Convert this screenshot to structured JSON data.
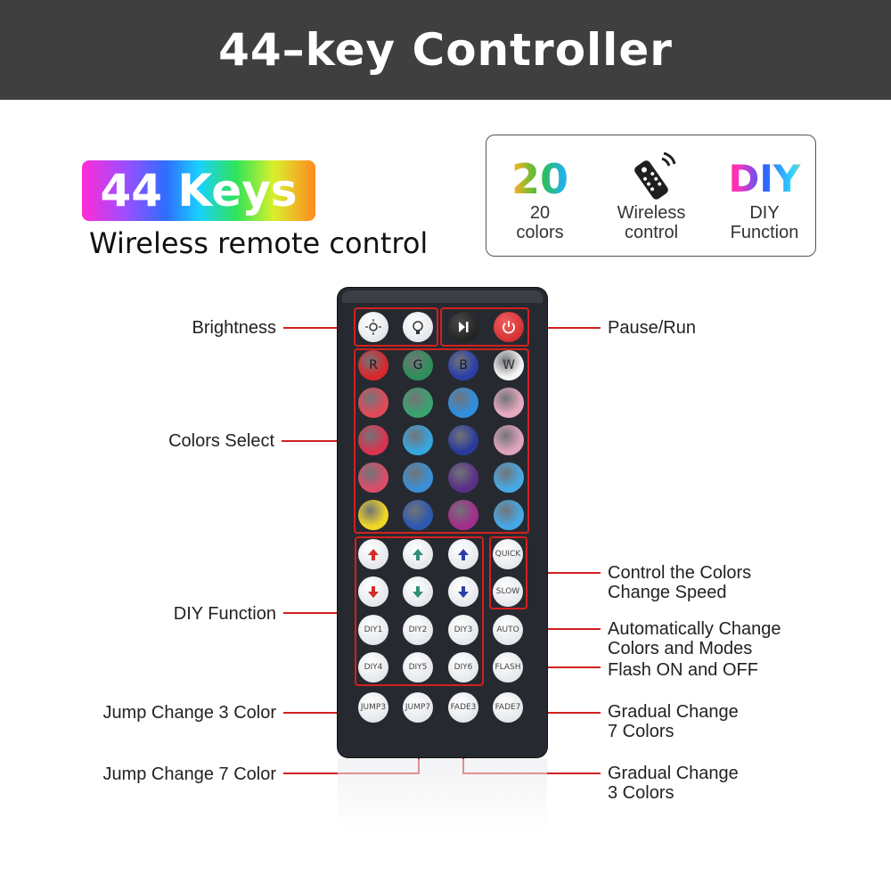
{
  "header": {
    "title": "44–key Controller"
  },
  "badge": {
    "text": "44 Keys",
    "subtitle": "Wireless remote control"
  },
  "features": [
    {
      "big": "20",
      "line1": "20",
      "line2": "colors"
    },
    {
      "icon": "remote-icon",
      "line1": "Wireless",
      "line2": "control"
    },
    {
      "big": "DIY",
      "line1": "DIY",
      "line2": "Function"
    }
  ],
  "labels": {
    "brightness": "Brightness",
    "pause_run": "Pause/Run",
    "colors_select": "Colors Select",
    "speed_1": "Control the Colors",
    "speed_2": "Change Speed",
    "diy_function": "DIY Function",
    "auto_1": "Automatically Change",
    "auto_2": "Colors and Modes",
    "flash": "Flash ON and OFF",
    "jump3": "Jump Change 3 Color",
    "fade7_1": "Gradual Change",
    "fade7_2": "7 Colors",
    "jump7": "Jump Change 7 Color",
    "fade3_1": "Gradual Change",
    "fade3_2": "3 Colors"
  },
  "remote": {
    "color_letters": [
      "R",
      "G",
      "B",
      "W"
    ],
    "quick": "QUICK",
    "slow": "SLOW",
    "auto": "AUTO",
    "flash": "FLASH",
    "diy": [
      "DIY1",
      "DIY2",
      "DIY3",
      "DIY4",
      "DIY5",
      "DIY6"
    ],
    "bottom": [
      "JUMP3",
      "JUMP7",
      "FADE3",
      "FADE7"
    ],
    "color_grid": [
      [
        "#d8282c",
        "#2f8f5a",
        "#2a3fa8",
        "#f4f4f4"
      ],
      [
        "#e14a58",
        "#3aa370",
        "#2f8ee0",
        "#e7a9bf"
      ],
      [
        "#d9334f",
        "#37a6df",
        "#2a3a9a",
        "#e1a4bd"
      ],
      [
        "#d94d6a",
        "#3a8fd6",
        "#5a2e86",
        "#46a9e6"
      ],
      [
        "#f1d625",
        "#2c58b0",
        "#a22d8a",
        "#46a9e6"
      ]
    ],
    "arrow_colors": [
      "#d32c2c",
      "#2f8f7a",
      "#2a3fa8"
    ]
  }
}
